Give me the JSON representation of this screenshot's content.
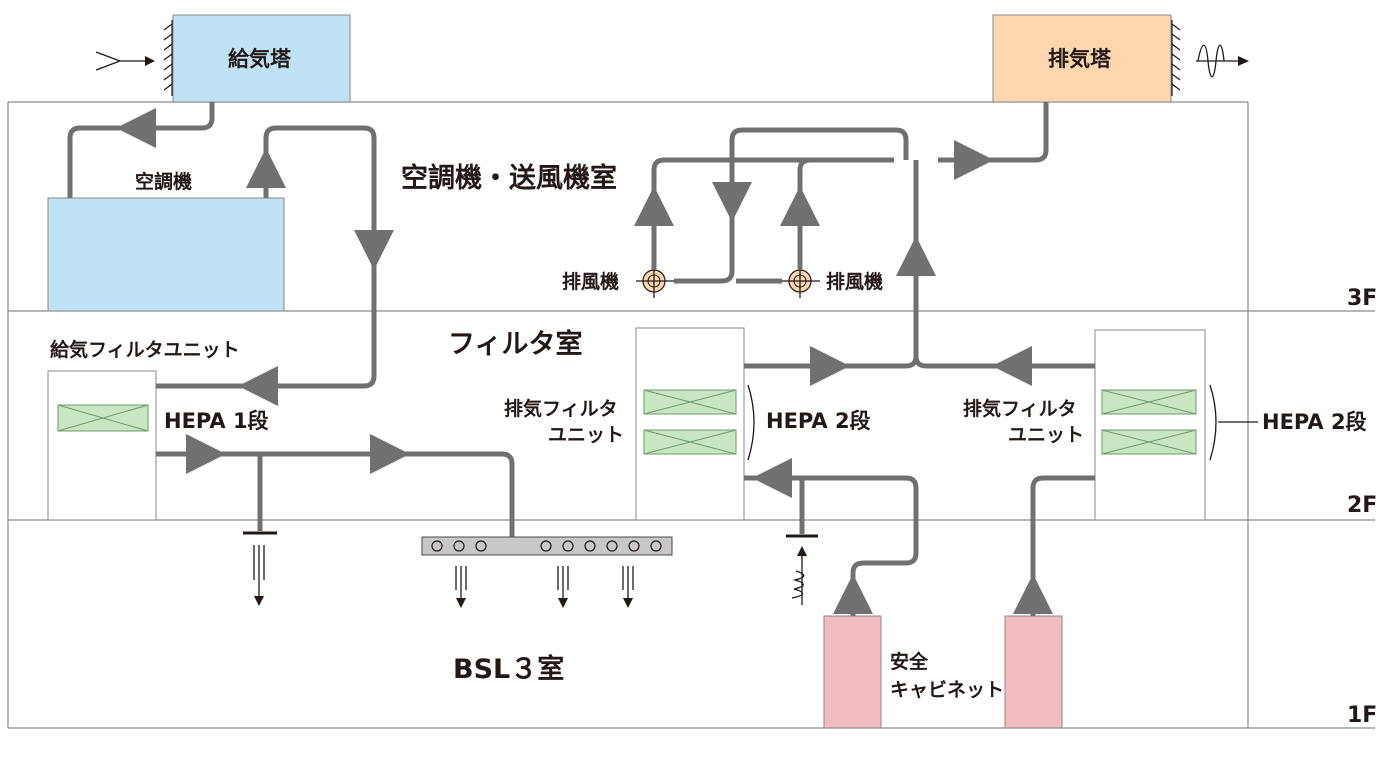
{
  "rooms": {
    "ahu_room": "空調機・送風機室",
    "filter_room": "フィルタ室",
    "bsl3_room": "BSL３室"
  },
  "floors": {
    "f3": "3F",
    "f2": "2F",
    "f1": "1F"
  },
  "equipment": {
    "supply_tower": "給気塔",
    "exhaust_tower": "排気塔",
    "ahu": "空調機",
    "exhaust_fan_left": "排風機",
    "exhaust_fan_right": "排風機",
    "supply_filter_unit": "給気フィルタユニット",
    "exhaust_filter_unit_1": [
      "排気フィルタ",
      "ユニット"
    ],
    "exhaust_filter_unit_2": [
      "排気フィルタ",
      "ユニット"
    ],
    "safety_cabinet": [
      "安全",
      "キャビネット"
    ]
  },
  "annotations": {
    "hepa_supply": "HEPA 1段",
    "hepa_exhaust_1": "HEPA 2段",
    "hepa_exhaust_2": "HEPA 2段"
  },
  "colors": {
    "supply_blue": "#bfe3f5",
    "exhaust_orange": "#fbd6ae",
    "cabinet_pink": "#f2bcc2",
    "filter_green": "#c9e6c3",
    "duct_gray": "#707070"
  }
}
